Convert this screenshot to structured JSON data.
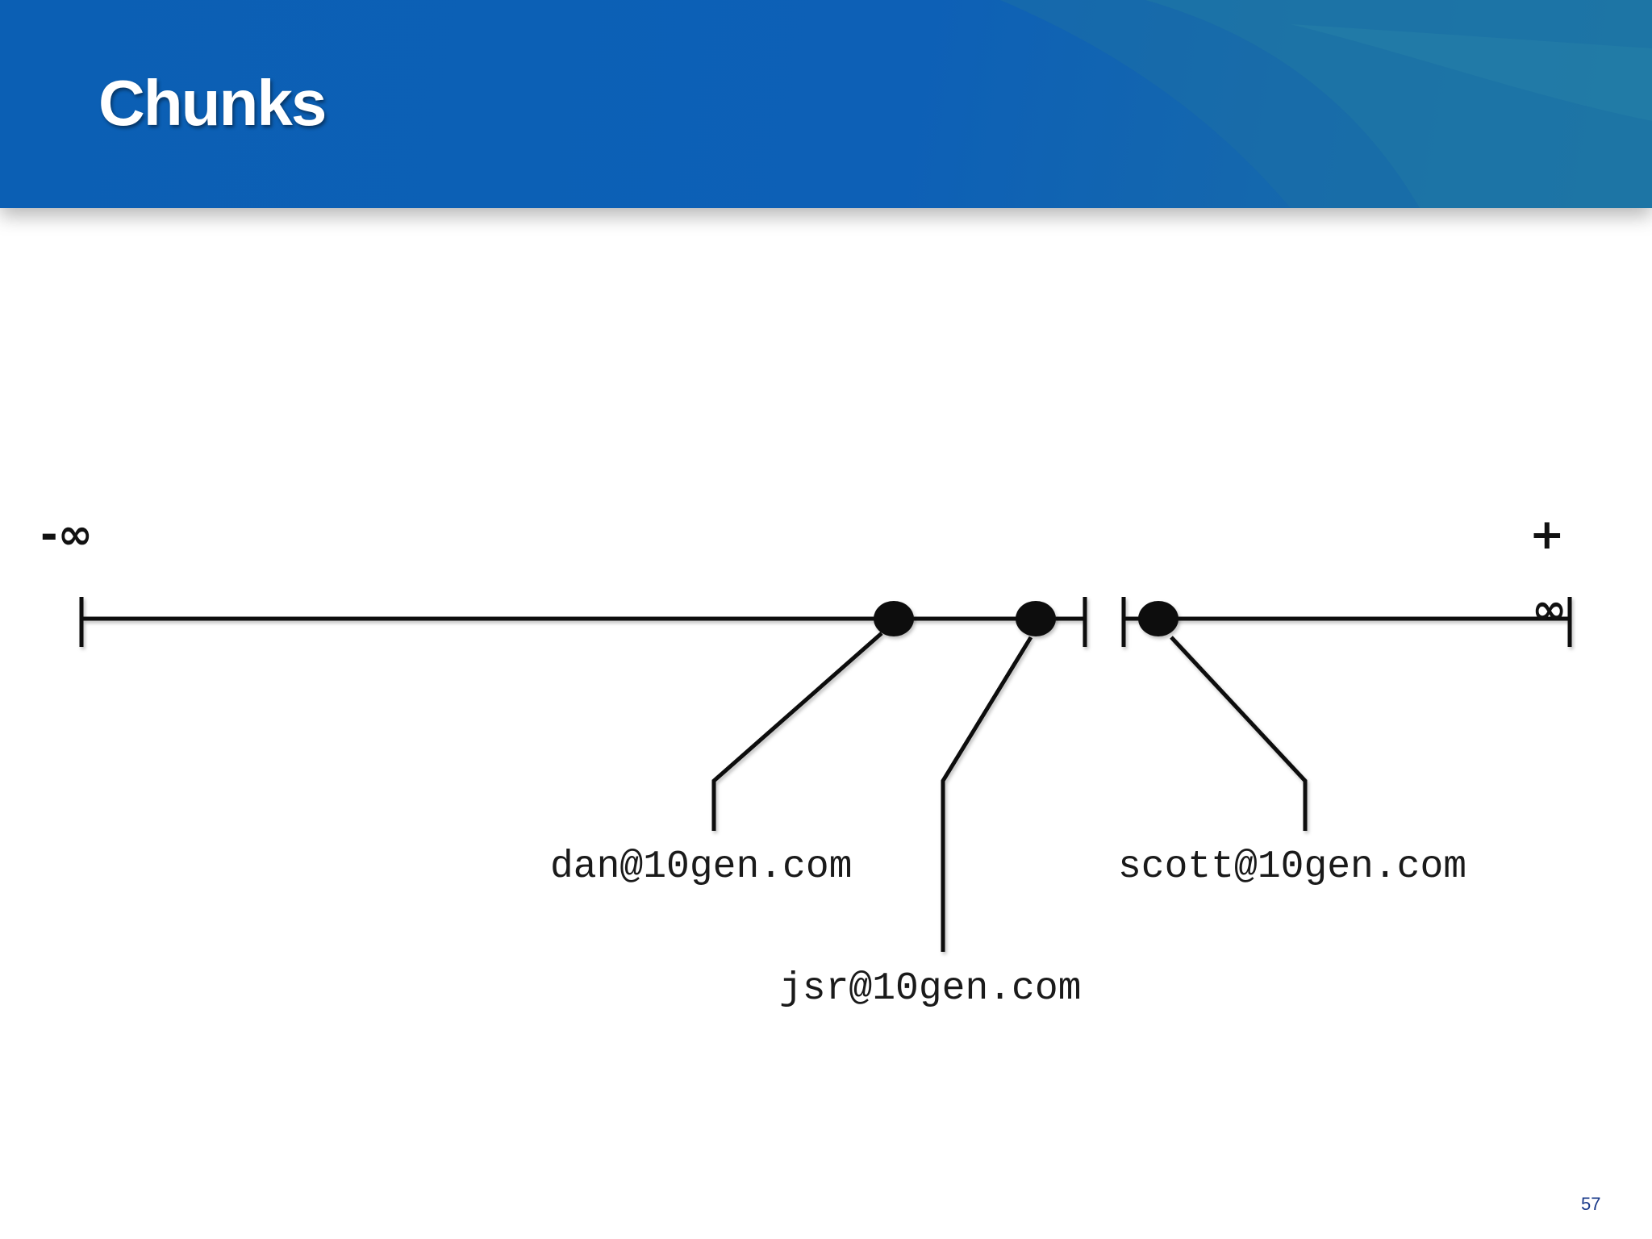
{
  "slide": {
    "title": "Chunks",
    "page_number": "57"
  },
  "diagram": {
    "range_start_label": "-∞",
    "range_end_label_plus": "+",
    "range_end_label_inf": "∞",
    "keys": [
      {
        "label": "dan@10gen.com"
      },
      {
        "label": "jsr@10gen.com"
      },
      {
        "label": "scott@10gen.com"
      }
    ]
  },
  "colors": {
    "header_blue": "#0b5fb4",
    "line": "#111111",
    "page_number": "#1a3a8a"
  }
}
